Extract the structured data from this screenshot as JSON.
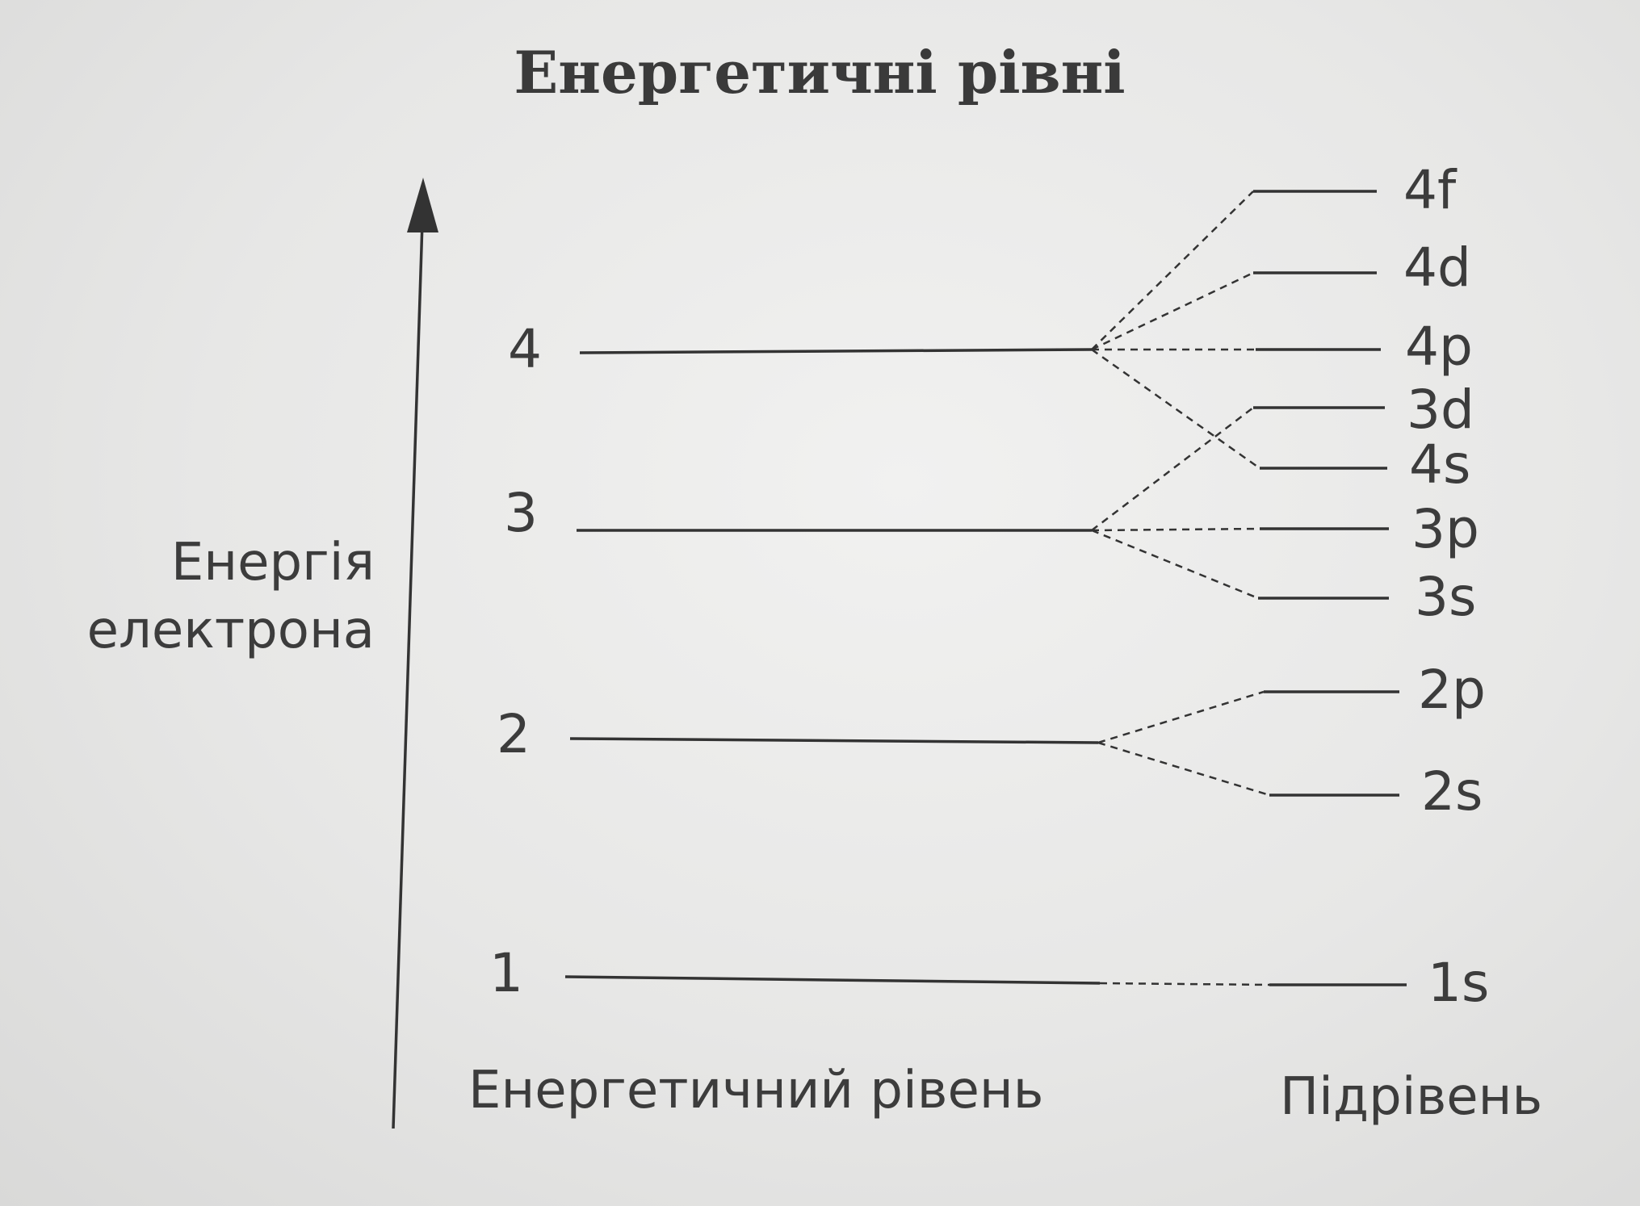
{
  "title": "Енергетичні рівні",
  "axis_label_line1": "Енергія",
  "axis_label_line2": "електрона",
  "bottom_label_left": "Енергетичний рівень",
  "bottom_label_right": "Підрівень",
  "levels": [
    {
      "n": "1",
      "sublevels": [
        {
          "orbital": "1s"
        }
      ]
    },
    {
      "n": "2",
      "sublevels": [
        {
          "orbital": "2s"
        },
        {
          "orbital": "2p"
        }
      ]
    },
    {
      "n": "3",
      "sublevels": [
        {
          "orbital": "3s"
        },
        {
          "orbital": "3p"
        },
        {
          "orbital": "3d"
        }
      ]
    },
    {
      "n": "4",
      "sublevels": [
        {
          "orbital": "4s"
        },
        {
          "orbital": "4p"
        },
        {
          "orbital": "4d"
        },
        {
          "orbital": "4f"
        }
      ]
    }
  ]
}
